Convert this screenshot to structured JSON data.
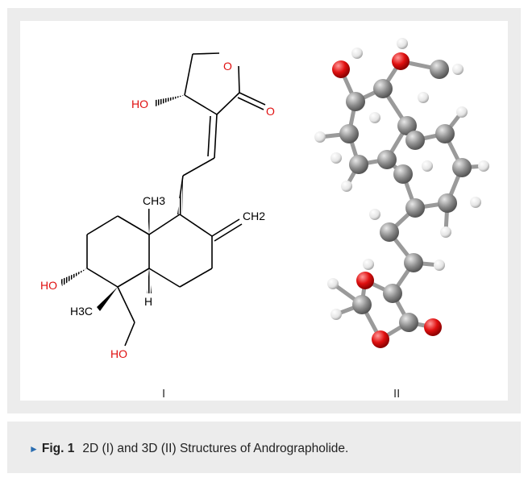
{
  "figure": {
    "structure_2d": {
      "label_roman": "I",
      "atom_labels": {
        "ring_oxygen": "O",
        "carbonyl_oxygen": "O",
        "hydroxyl_top": "HO",
        "methyl_top": "CH3",
        "methylene": "CH2",
        "hydroxyl_left": "HO",
        "methyl_bottom": "H3C",
        "hydrogen": "H",
        "hydroxyl_bottom": "HO"
      }
    },
    "structure_3d": {
      "label_roman": "II"
    },
    "colors": {
      "carbon": "#8a8a8a",
      "oxygen": "#e01010",
      "hydrogen": "#eeeeee",
      "bond": "#000000"
    }
  },
  "caption": {
    "marker": "►",
    "figure_number": "Fig. 1",
    "text": "2D (I) and 3D (II) Structures of Andrographolide."
  }
}
